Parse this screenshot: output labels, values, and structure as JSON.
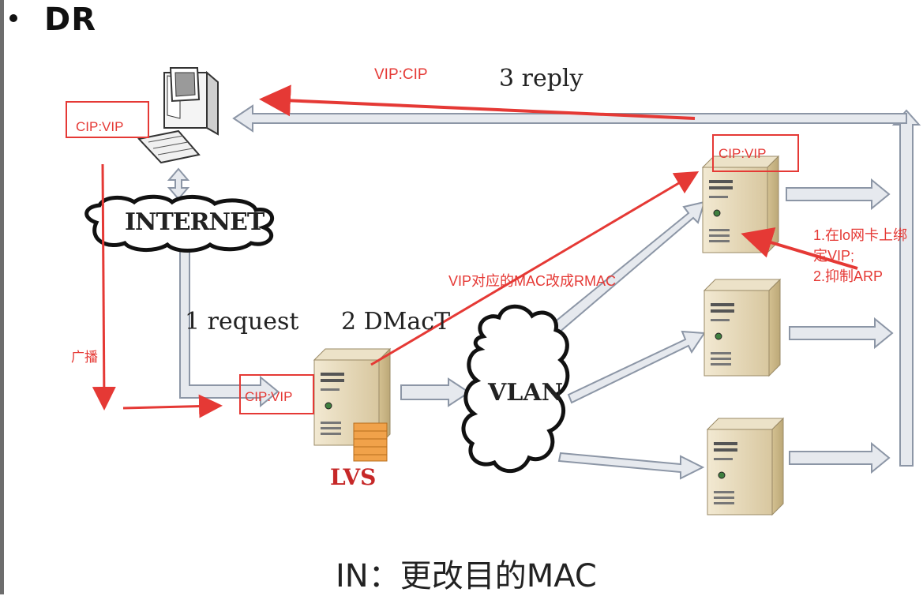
{
  "heading": "DR",
  "labels": {
    "reply": "3 reply",
    "vip_cip": "VIP:CIP",
    "client_cip_vip": "CIP:VIP",
    "internet": "INTERNET",
    "request": "1 request",
    "dmac": "2 DMacT",
    "broadcast": "广播",
    "lvs_cip_vip": "CIP:VIP",
    "lvs": "LVS",
    "vlan": "VLAN",
    "rs_cip_vip": "CIP:VIP",
    "mac_note": "VIP对应的MAC改成RMAC",
    "rs_note_line1": "1.在lo网卡上绑",
    "rs_note_line2": "定VIP;",
    "rs_note_line3": "2.抑制ARP",
    "footer": "IN：更改目的MAC"
  },
  "colors": {
    "annotation": "#e53935",
    "flow_arrow_fill": "#e6e9ee",
    "flow_arrow_stroke": "#8c96a6",
    "server_body": "#e8dcc0",
    "text": "#222222"
  }
}
